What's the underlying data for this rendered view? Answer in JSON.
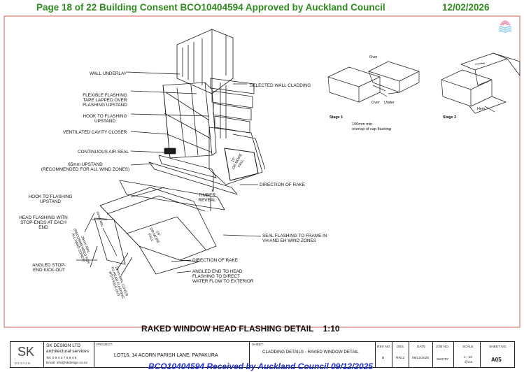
{
  "stamp": {
    "page": "Page 18 of 22   Building Consent BCO10404594 Approved by Auckland Council",
    "date": "12/02/2026",
    "received": "BCO10404594 Received by Auckland Council 09/12/2025",
    "color_green": "#2e8b1e",
    "color_blue": "#1f2fd0"
  },
  "labels": {
    "wall_underlay": "WALL UNDERLAY",
    "flexible_flashing": [
      "FLEXIBLE FLASHING",
      "TAPE LAPPED OVER",
      "FLASHING UPSTAND"
    ],
    "hook_upper": [
      "HOOK TO FLASHING",
      "UPSTAND"
    ],
    "ventilated": "VENTILATED CAVITY CLOSER",
    "air_seal": "CONTINUOUS AIR SEAL",
    "upstand": [
      "65mm UPSTAND",
      "(RECOMMENDED FOR ALL WIND ZONES)"
    ],
    "hook_lower": [
      "HOOK TO FLASHING",
      "UPSTAND"
    ],
    "head_flashing": [
      "HEAD FLASHING WITN",
      "STOP-ENDS AT EACH",
      "END"
    ],
    "angled_stop": [
      "ANGLED STOP-",
      "END KICK-OUT"
    ],
    "selected_cladding": "SELECTED WALL CLADDING",
    "direction_rake_1": "DIRECTION OF RAKE",
    "timber_reveal": [
      "TIMBER",
      "REVEAL"
    ],
    "seal_flashing": [
      "SEAL FLASHING TO FRAME IN",
      "VH AND EH WIND ZONES"
    ],
    "direction_rake_2": "DIRECTION OF RAKE",
    "angled_end": [
      "ANGLED END TO HEAD",
      "FLASHING TO DIRECT",
      "WATER FLOW TO EXTERIOR"
    ],
    "rot_15_upper": [
      "15°",
      "OR MORE",
      "FALL"
    ],
    "rot_15_lower": [
      "15°",
      "OR MORE",
      "FALL"
    ],
    "rot_35mm": [
      "35mm MIN.",
      "(RECOMMENDED FOR",
      "ALL WIND ZONES)"
    ],
    "rot_10mm": [
      "10mm MIN. COVER",
      "TO HEAD FLASHING",
      "WITH KICK-OUT"
    ],
    "rot_small": "10mm MIN."
  },
  "inset": {
    "over": "Over",
    "over2": "Over",
    "under": "Under",
    "stage1": "Stage 1",
    "stage2": "Stage 2",
    "hem": "Hem",
    "note": [
      "100mm min.",
      "overlap of cap flashing"
    ]
  },
  "title": {
    "text": "RAKED WINDOW HEAD FLASHING DETAIL",
    "scale": "1:10"
  },
  "title_block": {
    "logo": "SK",
    "logo_sub": "D E S I G N",
    "company": [
      "SK DESIGN LTD",
      "architectural services"
    ],
    "phone": "Tel: 0 9 4 3 7 6 9 4 6",
    "email": "Email: info@skdesign.co.nz",
    "project_hdr": "PROJECT:",
    "project": "LOT16, 14 ACORN PARISH LANE, PAPAKURA",
    "sheet_hdr": "SHEET:",
    "sheet": "CLADDING DETAILS - RAKED WINDOW DETAIL",
    "rev_hdr": "REV NO.",
    "rev": "B",
    "des_hdr": "DES.",
    "des": "RR12",
    "date_hdr": "DATE",
    "date": "09/12/2025",
    "job_hdr": "JOB NO.",
    "job": "SK0797",
    "scale_hdr": "SCALE",
    "scale": [
      "1 : 10",
      "@A3"
    ],
    "sheetno_hdr": "SHEET NO.",
    "sheetno": "A05"
  }
}
